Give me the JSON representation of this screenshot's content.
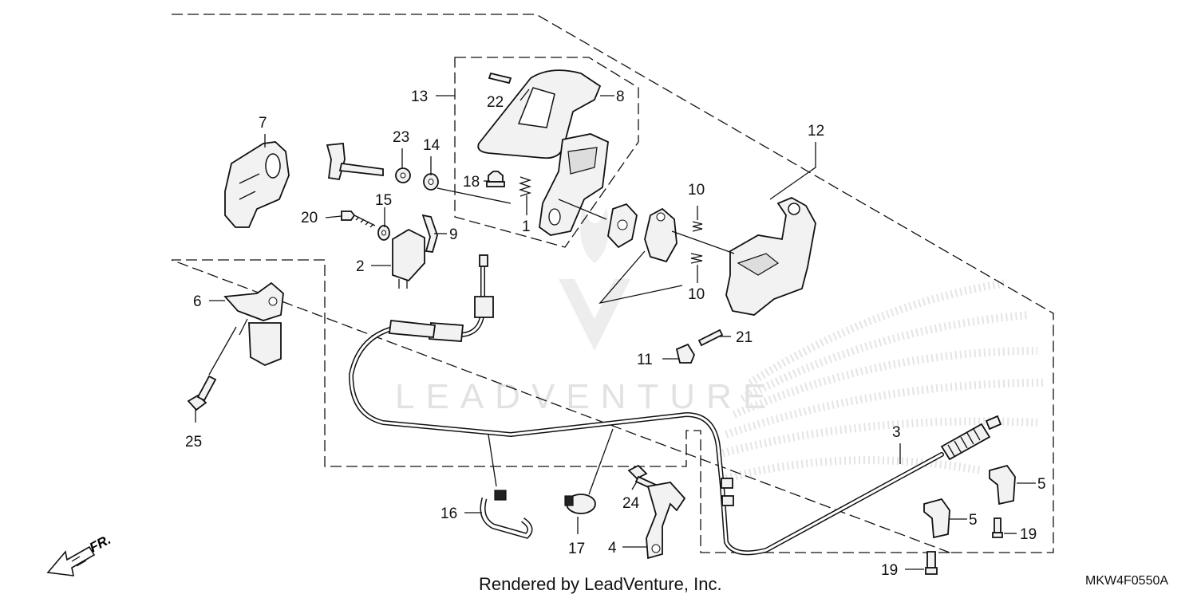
{
  "diagram": {
    "watermark": "LEADVENTURE",
    "credit": "Rendered by LeadVenture, Inc.",
    "diagram_code": "MKW4F0550A",
    "direction_label": "FR.",
    "callouts": {
      "n1": "1",
      "n2": "2",
      "n3": "3",
      "n4": "4",
      "n5a": "5",
      "n5b": "5",
      "n6": "6",
      "n7": "7",
      "n8": "8",
      "n9": "9",
      "n10a": "10",
      "n10b": "10",
      "n11": "11",
      "n12": "12",
      "n13": "13",
      "n14": "14",
      "n15": "15",
      "n16": "16",
      "n17": "17",
      "n18": "18",
      "n19a": "19",
      "n19b": "19",
      "n20": "20",
      "n21": "21",
      "n22": "22",
      "n23": "23",
      "n24": "24",
      "n25": "25"
    }
  }
}
